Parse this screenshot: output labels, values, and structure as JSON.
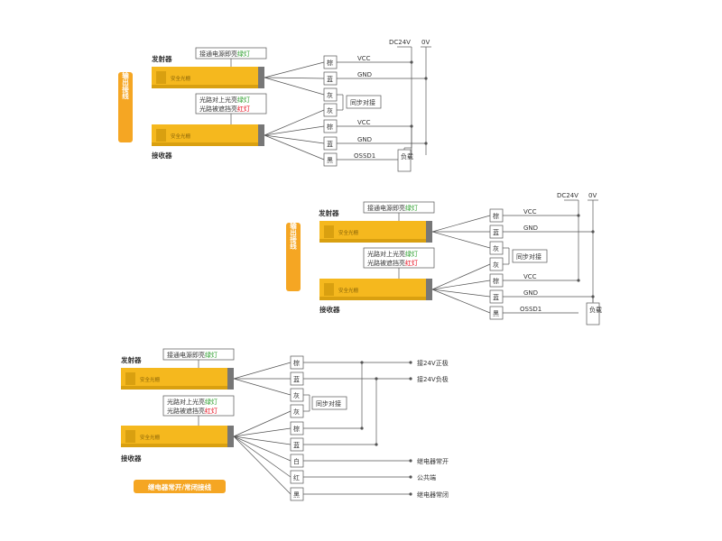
{
  "colors": {
    "bar_yellow": "#f5b81e",
    "bar_dark": "#c99410",
    "badge_orange": "#f5a623",
    "line": "#555555",
    "green_text": "#2a9d2a",
    "red_text": "#e60012"
  },
  "common": {
    "emitter": "发射器",
    "receiver": "接收器",
    "note_emitter_prefix": "接通电源即亮",
    "note_emitter_green": "绿灯",
    "note_receiver_line1_prefix": "光路对上光亮",
    "note_receiver_line1_green": "绿灯",
    "note_receiver_line2_prefix": "光路被遮挡亮",
    "note_receiver_line2_red": "红灯",
    "logo_text": "安全光栅",
    "sync": "同步对接"
  },
  "npn": {
    "badge": "NPN输出接线",
    "dc24v": "DC24V",
    "zero_v": "0V",
    "wires": [
      "棕",
      "蓝",
      "灰",
      "灰",
      "棕",
      "蓝",
      "黑"
    ],
    "vcc1": "VCC",
    "gnd1": "GND",
    "vcc2": "VCC",
    "gnd2": "GND",
    "ossd": "OSSD1",
    "load": "负载"
  },
  "pnp": {
    "badge": "PNP输出接线",
    "dc24v": "DC24V",
    "zero_v": "0V",
    "wires": [
      "棕",
      "蓝",
      "灰",
      "灰",
      "棕",
      "蓝",
      "黑"
    ],
    "vcc1": "VCC",
    "gnd1": "GND",
    "vcc2": "VCC",
    "gnd2": "GND",
    "ossd": "OSSD1",
    "load": "负载"
  },
  "relay": {
    "badge": "继电器常开/常闭接线",
    "wires": [
      "棕",
      "蓝",
      "灰",
      "灰",
      "棕",
      "蓝",
      "白",
      "红",
      "黑"
    ],
    "pos": "接24V正极",
    "neg": "接24V负极",
    "no": "继电器常开",
    "com": "公共端",
    "nc": "继电器常闭"
  }
}
